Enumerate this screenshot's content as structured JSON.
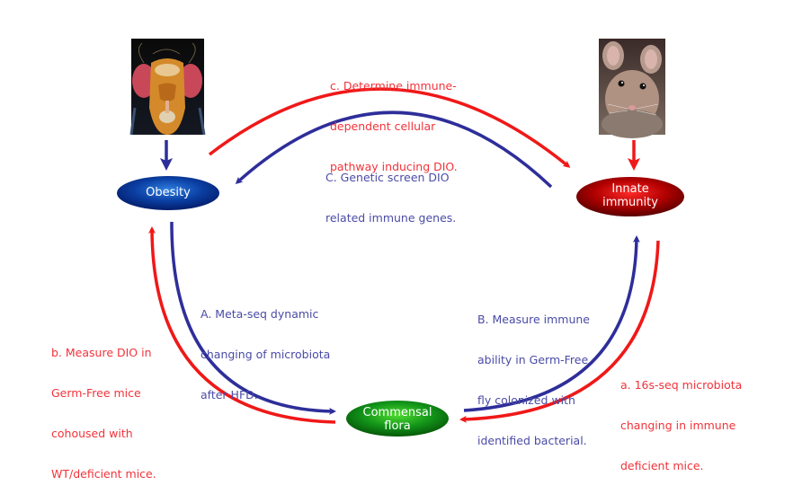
{
  "colors": {
    "red_arrow": "#f01818",
    "blue_arrow": "#2e2e9a",
    "red_text": "#f2333a",
    "blue_text": "#4a4ba6",
    "obesity_node": "#0a3a9e",
    "immunity_node": "#b00000",
    "flora_node": "#0e8a0e"
  },
  "images": {
    "fly": {
      "alt": "Fruit fly head (Drosophila) micrograph",
      "icon": "fly-photo"
    },
    "mouse": {
      "alt": "Mouse photo",
      "icon": "mouse-photo"
    }
  },
  "nodes": {
    "obesity": {
      "label": "Obesity"
    },
    "immunity": {
      "line1": "Innate",
      "line2": "immunity"
    },
    "flora": {
      "line1": "Commensal",
      "line2": "flora"
    }
  },
  "labels": {
    "c_lower": [
      "c. Determine immune-",
      "dependent cellular",
      "pathway inducing DIO."
    ],
    "C_upper": [
      "C. Genetic screen DIO",
      "related immune genes."
    ],
    "A_upper": [
      "A. Meta-seq dynamic",
      "changing of microbiota",
      "after HFD."
    ],
    "b_lower": [
      "b. Measure DIO in",
      "Germ-Free mice",
      "cohoused with",
      "WT/deficient mice."
    ],
    "B_upper": [
      "B. Measure immune",
      "ability in Germ-Free",
      "fly colonized with",
      "identified bacterial."
    ],
    "a_lower": [
      "a. 16s-seq microbiota",
      "changing in immune",
      "deficient mice."
    ]
  }
}
